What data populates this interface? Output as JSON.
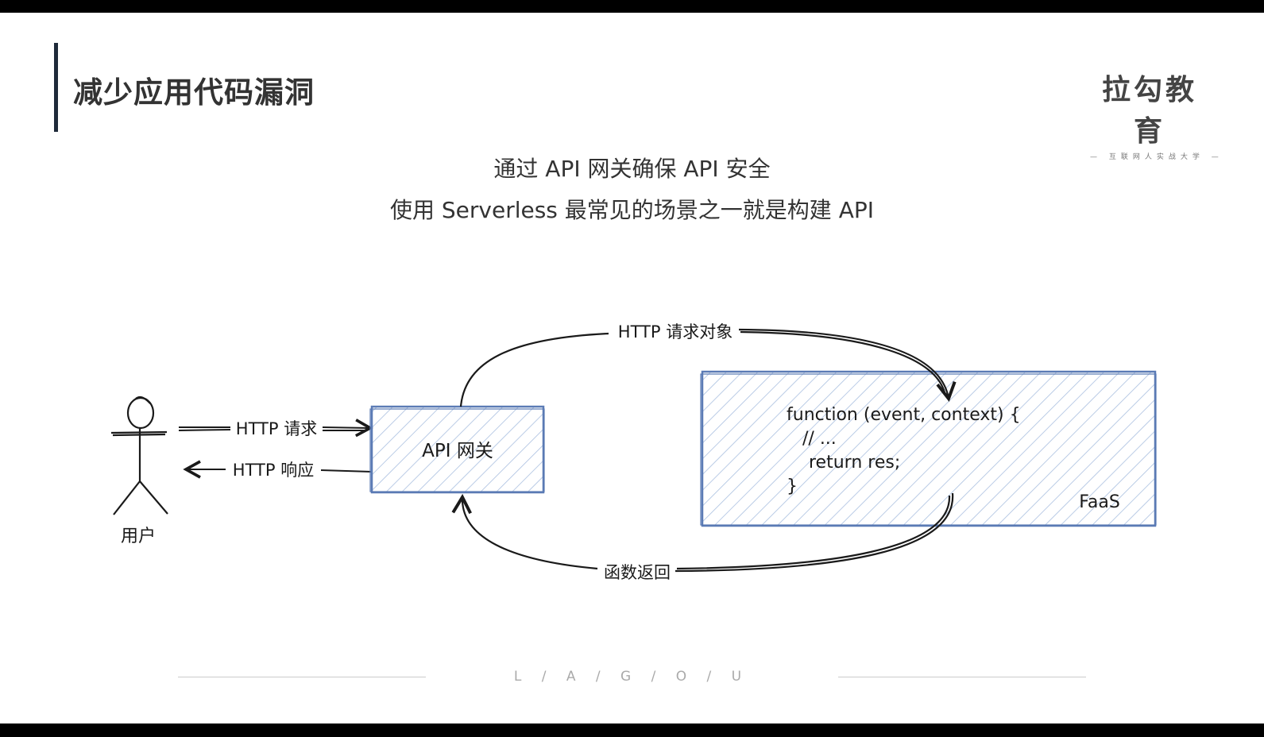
{
  "slide": {
    "title": "减少应用代码漏洞",
    "subtitle_1": "通过 API 网关确保 API 安全",
    "subtitle_2": "使用 Serverless 最常见的场景之一就是构建 API",
    "logo": {
      "main": "拉勾教育",
      "sub": "— 互联网人实战大学 —"
    },
    "footer": "L / A / G / O / U"
  },
  "diagram": {
    "user_label": "用户",
    "http_request": "HTTP 请求",
    "http_response": "HTTP 响应",
    "gateway_label": "API 网关",
    "http_request_object": "HTTP 请求对象",
    "function_return": "函数返回",
    "code_lines": [
      "function (event, context) {",
      "// ...",
      "return res;",
      "}"
    ],
    "faas_label": "FaaS",
    "colors": {
      "box_stroke": "#5b7bb5",
      "hatch": "#a9bfe0",
      "line": "#1a1a1a"
    }
  }
}
